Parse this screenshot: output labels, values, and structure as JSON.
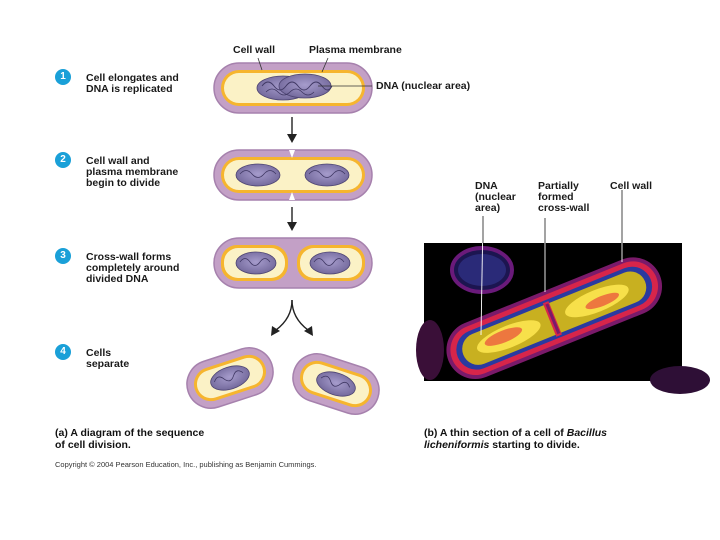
{
  "labels": {
    "cell_wall_top": "Cell wall",
    "plasma_membrane": "Plasma membrane",
    "dna_nuclear_area": "DNA (nuclear area)",
    "dna_micro": [
      "DNA",
      "(nuclear",
      "area)"
    ],
    "partially_formed": [
      "Partially",
      "formed",
      "cross-wall"
    ],
    "cell_wall_micro": "Cell wall"
  },
  "steps": [
    {
      "number": "1",
      "lines": [
        "Cell elongates and",
        "DNA is replicated"
      ]
    },
    {
      "number": "2",
      "lines": [
        "Cell wall and",
        "plasma membrane",
        "begin to divide"
      ]
    },
    {
      "number": "3",
      "lines": [
        "Cross-wall forms",
        "completely around",
        "divided DNA"
      ]
    },
    {
      "number": "4",
      "lines": [
        "Cells",
        "separate"
      ]
    }
  ],
  "caption_a": [
    "(a) A diagram of the sequence",
    "of cell division."
  ],
  "caption_b": {
    "line1_prefix": "(b) A thin section of a cell of ",
    "line1_italic": "Bacillus",
    "line2_italic": "licheniformis",
    "line2_suffix": " starting to divide."
  },
  "copyright": "Copyright © 2004 Pearson Education, Inc., publishing as Benjamin Cummings.",
  "colors": {
    "cell_wall": "#b48cb4",
    "cytoplasm": "#fbf2c6",
    "membrane": "#f0b020",
    "dna": "#8a7fb0",
    "badge": "#1aa0d8"
  }
}
